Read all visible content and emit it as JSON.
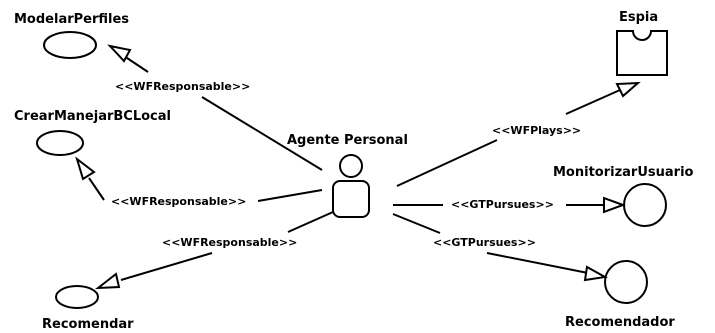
{
  "diagram": {
    "nodes": {
      "modelar_perfiles": "ModelarPerfiles",
      "crear_manejar": "CrearManejarBCLocal",
      "recomendar": "Recomendar",
      "agente_personal": "Agente Personal",
      "espia": "Espia",
      "monitorizar_usuario": "MonitorizarUsuario",
      "recomendador": "Recomendador"
    },
    "edges": {
      "wfresponsable_1": "<<WFResponsable>>",
      "wfresponsable_2": "<<WFResponsable>>",
      "wfresponsable_3": "<<WFResponsable>>",
      "wfplays": "<<WFPlays>>",
      "gtpursues_1": "<<GTPursues>>",
      "gtpursues_2": "<<GTPursues>>"
    }
  }
}
